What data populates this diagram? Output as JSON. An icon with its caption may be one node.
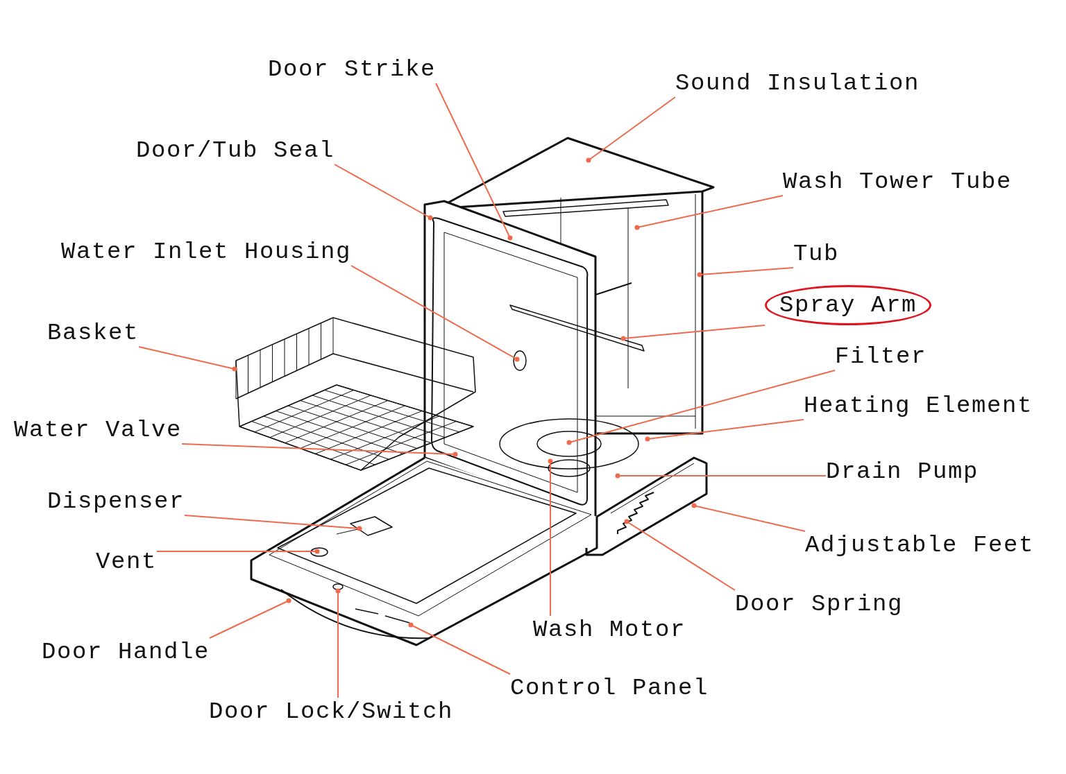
{
  "diagram": {
    "nodes": [
      {
        "text": [
          "Door Strike"
        ]
      },
      {
        "text": [
          "Sound Insulation"
        ]
      },
      {
        "text": [
          "Door/Tub Seal"
        ]
      },
      {
        "text": [
          "Wash Tower Tube"
        ]
      },
      {
        "text": [
          "Water Inlet Housing"
        ]
      },
      {
        "text": [
          "Tub"
        ]
      },
      {
        "text": [
          "Spray Arm"
        ]
      },
      {
        "text": [
          "Basket"
        ]
      },
      {
        "text": [
          "Filter"
        ]
      },
      {
        "text": [
          "Heating Element"
        ]
      },
      {
        "text": [
          "Water Valve"
        ]
      },
      {
        "text": [
          "Drain Pump"
        ]
      },
      {
        "text": [
          "Dispenser"
        ]
      },
      {
        "text": [
          "Adjustable Feet"
        ]
      },
      {
        "text": [
          "Vent"
        ]
      },
      {
        "text": [
          "Door Spring"
        ]
      },
      {
        "text": [
          "Wash Motor"
        ]
      },
      {
        "text": [
          "Door Handle"
        ]
      },
      {
        "text": [
          "Control Panel"
        ]
      },
      {
        "text": [
          "Door Lock/Switch"
        ]
      }
    ],
    "edges": [
      {
        "from": 0,
        "to": null,
        "arrow": "other"
      },
      {
        "from": 1,
        "to": null,
        "arrow": "other"
      },
      {
        "from": 2,
        "to": null,
        "arrow": "other"
      },
      {
        "from": 3,
        "to": null,
        "arrow": "other"
      },
      {
        "from": 4,
        "to": null,
        "arrow": "other"
      },
      {
        "from": 5,
        "to": null,
        "arrow": "other"
      },
      {
        "from": 6,
        "to": null,
        "arrow": "other"
      },
      {
        "from": 7,
        "to": null,
        "arrow": "other"
      },
      {
        "from": 8,
        "to": null,
        "arrow": "other"
      },
      {
        "from": 9,
        "to": null,
        "arrow": "other"
      },
      {
        "from": 10,
        "to": null,
        "arrow": "other"
      },
      {
        "from": 11,
        "to": null,
        "arrow": "other"
      },
      {
        "from": 12,
        "to": null,
        "arrow": "other"
      },
      {
        "from": 13,
        "to": null,
        "arrow": "other"
      },
      {
        "from": 14,
        "to": null,
        "arrow": "other"
      },
      {
        "from": 15,
        "to": null,
        "arrow": "other"
      },
      {
        "from": 16,
        "to": null,
        "arrow": "other"
      },
      {
        "from": 17,
        "to": null,
        "arrow": "other"
      },
      {
        "from": 18,
        "to": null,
        "arrow": "other"
      },
      {
        "from": 19,
        "to": null,
        "arrow": "other"
      }
    ]
  }
}
